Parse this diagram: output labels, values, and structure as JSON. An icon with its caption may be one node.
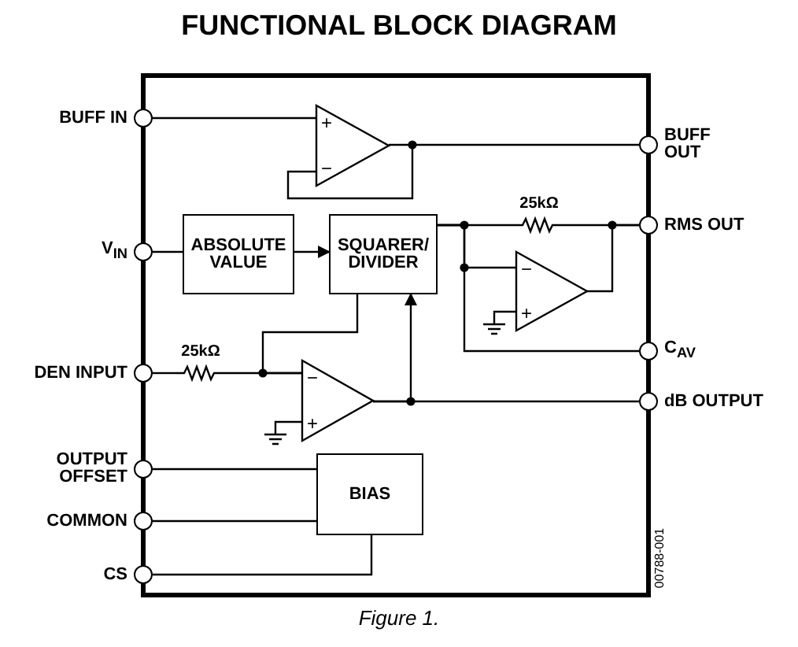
{
  "diagram": {
    "title": "FUNCTIONAL BLOCK DIAGRAM",
    "caption": "Figure 1.",
    "nodes": [
      {
        "text": [
          "BUFF IN"
        ]
      },
      {
        "text": [
          "V$_{IN}$"
        ]
      },
      {
        "text": [
          "DEN INPUT"
        ]
      },
      {
        "text": [
          "OUTPUT OFFSET"
        ]
      },
      {
        "text": [
          "COMMON"
        ]
      },
      {
        "text": [
          "CS"
        ]
      },
      {
        "text": [
          "BUFF OUT"
        ]
      },
      {
        "text": [
          "RMS OUT"
        ]
      },
      {
        "text": [
          "C$_{AV}$"
        ]
      },
      {
        "text": [
          "dB OUTPUT"
        ]
      },
      {
        "text": [
          "ABSOLUTE VALUE"
        ]
      },
      {
        "text": [
          "SQUARER/ DIVIDER"
        ]
      },
      {
        "text": [
          "BIAS"
        ]
      },
      {
        "text": [
          "+",
          "−"
        ]
      },
      {
        "text": [
          "−",
          "+"
        ]
      },
      {
        "text": [
          "−",
          "+"
        ]
      },
      {
        "text": [],
        "shape": "resistor",
        "beside": [
          "25kΩ"
        ]
      },
      {
        "text": [],
        "shape": "resistor",
        "beside": [
          "25kΩ"
        ]
      }
    ],
    "edges": [
      {
        "from": 0,
        "to": 13,
        "arrow": "none"
      },
      {
        "from": 13,
        "to": 6,
        "arrow": "none"
      },
      {
        "from": 1,
        "to": 10,
        "arrow": "none"
      },
      {
        "from": 10,
        "to": 11,
        "arrow": "to"
      },
      {
        "from": 11,
        "to": 16,
        "arrow": "none"
      },
      {
        "from": 16,
        "to": 7,
        "arrow": "none"
      },
      {
        "from": 11,
        "to": 14,
        "arrow": "none"
      },
      {
        "from": 14,
        "to": 7,
        "arrow": "none"
      },
      {
        "from": 11,
        "to": 8,
        "arrow": "none"
      },
      {
        "from": 2,
        "to": 17,
        "arrow": "none"
      },
      {
        "from": 17,
        "to": 15,
        "arrow": "none"
      },
      {
        "from": 11,
        "to": 15,
        "arrow": "none"
      },
      {
        "from": 15,
        "to": 9,
        "arrow": "none"
      },
      {
        "from": 15,
        "to": 11,
        "arrow": "to"
      },
      {
        "from": 3,
        "to": 12,
        "arrow": "none"
      },
      {
        "from": 4,
        "to": 12,
        "arrow": "none"
      },
      {
        "from": 5,
        "to": 12,
        "arrow": "none"
      }
    ],
    "labels": [
      "00788-001"
    ]
  }
}
